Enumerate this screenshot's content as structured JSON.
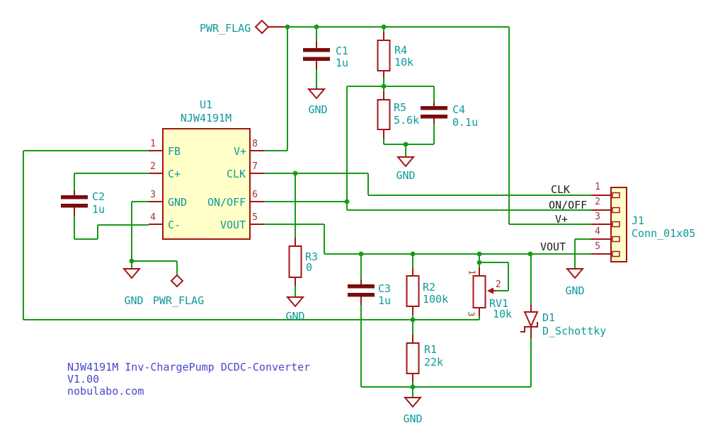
{
  "colors": {
    "wire_green": "#179a17",
    "symbol_red": "#a31515",
    "pin_number_red": "#a83232",
    "body_fill_yellow": "#ffffc7",
    "capacitor_plate": "#7a0c0c",
    "label_teal": "#0d9a9a",
    "net_label_black": "#1c1c1c",
    "note_blue": "#4747cd"
  },
  "ic_u1": {
    "ref": "U1",
    "value": "NJW4191M",
    "left_pins": [
      {
        "num": "1",
        "name": "FB"
      },
      {
        "num": "2",
        "name": "C+"
      },
      {
        "num": "3",
        "name": "GND"
      },
      {
        "num": "4",
        "name": "C-"
      }
    ],
    "right_pins": [
      {
        "num": "8",
        "name": "V+"
      },
      {
        "num": "7",
        "name": "CLK"
      },
      {
        "num": "6",
        "name": "ON/OFF"
      },
      {
        "num": "5",
        "name": "VOUT"
      }
    ]
  },
  "connector_j1": {
    "ref": "J1",
    "value": "Conn_01x05",
    "pins": [
      "1",
      "2",
      "3",
      "4",
      "5"
    ]
  },
  "components": {
    "c1": {
      "ref": "C1",
      "value": "1u"
    },
    "c2": {
      "ref": "C2",
      "value": "1u"
    },
    "c3": {
      "ref": "C3",
      "value": "1u"
    },
    "c4": {
      "ref": "C4",
      "value": "0.1u"
    },
    "r1": {
      "ref": "R1",
      "value": "22k"
    },
    "r2": {
      "ref": "R2",
      "value": "100k"
    },
    "r3": {
      "ref": "R3",
      "value": "0"
    },
    "r4": {
      "ref": "R4",
      "value": "10k"
    },
    "r5": {
      "ref": "R5",
      "value": "5.6k"
    },
    "rv1": {
      "ref": "RV1",
      "value": "10k",
      "pin1": "1",
      "pin2": "2",
      "pin3": "3"
    },
    "d1": {
      "ref": "D1",
      "value": "D_Schottky"
    }
  },
  "net_labels": {
    "clk": "CLK",
    "on_off": "ON/OFF",
    "v_plus": "V+",
    "vout": "VOUT"
  },
  "power": {
    "gnd": "GND",
    "pwr_flag": "PWR_FLAG"
  },
  "title_block": {
    "line1": "NJW4191M Inv-ChargePump DCDC-Converter",
    "line2": "V1.00",
    "line3": "nobulabo.com"
  }
}
